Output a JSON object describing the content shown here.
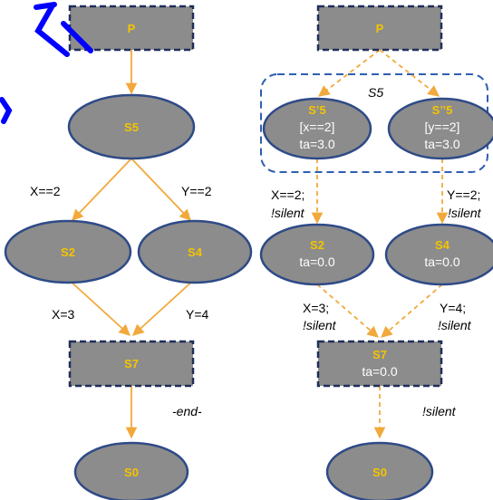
{
  "left": {
    "nodes": {
      "p": "P",
      "s5": "S5",
      "s2": "S2",
      "s4": "S4",
      "s7": "S7",
      "s0": "S0"
    },
    "edges": {
      "s5_s2": "X==2",
      "s5_s4": "Y==2",
      "s2_s7": "X=3",
      "s4_s7": "Y=4",
      "s7_s0": "-end-"
    }
  },
  "right": {
    "group_label": "S5",
    "nodes": {
      "p": "P",
      "s5a_name": "S’5",
      "s5a_cond": "[x==2]",
      "s5a_ta": "ta=3.0",
      "s5b_name": "S’’5",
      "s5b_cond": "[y==2]",
      "s5b_ta": "ta=3.0",
      "s2_name": "S2",
      "s2_ta": "ta=0.0",
      "s4_name": "S4",
      "s4_ta": "ta=0.0",
      "s7_name": "S7",
      "s7_ta": "ta=0.0",
      "s0": "S0"
    },
    "edges": {
      "s5a_s2_l1": "X==2;",
      "s5a_s2_l2": "!silent",
      "s5b_s4_l1": "Y==2;",
      "s5b_s4_l2": "!silent",
      "s2_s7_l1": "X=3;",
      "s2_s7_l2": "!silent",
      "s4_s7_l1": "Y=4;",
      "s4_s7_l2": "!silent",
      "s7_s0": "!silent"
    }
  },
  "colors": {
    "node_fill": "#8c8c8c",
    "node_border": "#2e4a87",
    "label_gold": "#f5c400",
    "arrow": "#f2a93b",
    "group_border": "#2f5fb0"
  }
}
